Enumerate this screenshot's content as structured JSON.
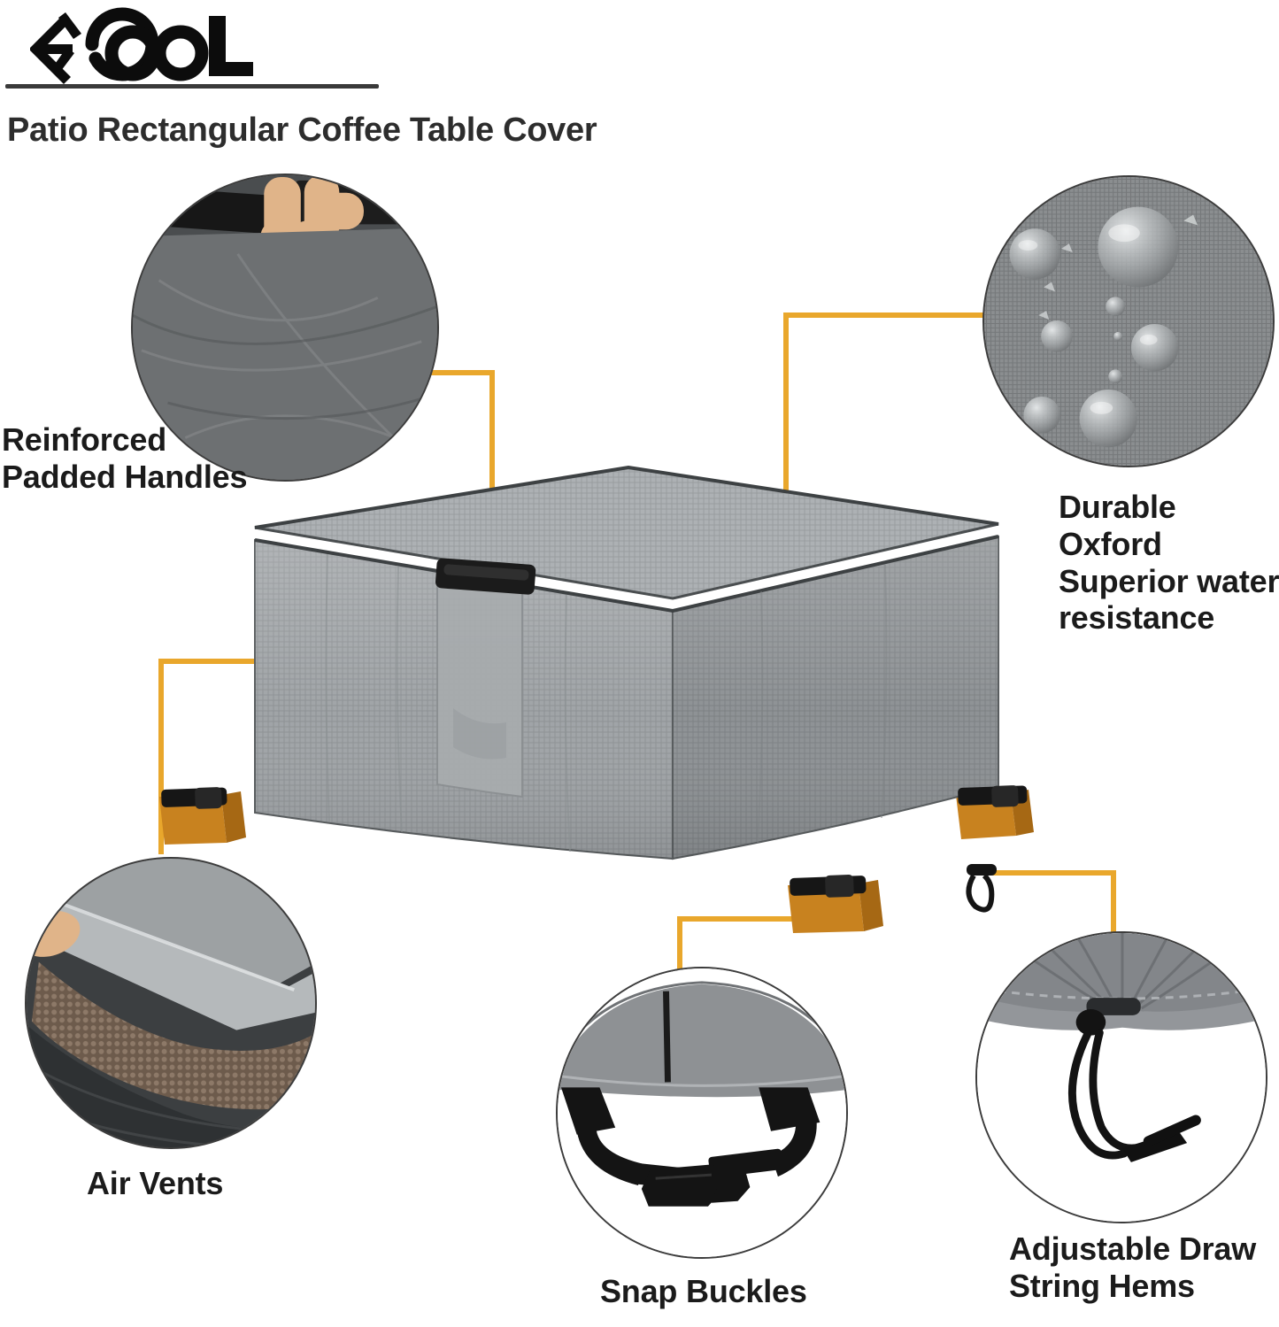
{
  "brand": {
    "name": "CooL",
    "logo_icon": "ok-hand-icon"
  },
  "header": {
    "title": "Patio Rectangular Coffee Table Cover"
  },
  "accent_colors": {
    "leader_line": "#E9A72C",
    "text": "#1b1b1b",
    "rule": "#3a3a3a",
    "fabric_gray": "#9b9fa2",
    "fabric_gray_dark": "#7c8083",
    "fabric_gray_light": "#b4b8ba",
    "strap_black": "#1d1d1d",
    "wood_leg": "#c8821f",
    "mesh_brown": "#7a6453",
    "skin": "#e8bb92"
  },
  "callouts": [
    {
      "id": "reinforced-padded-handles",
      "lines": [
        "Reinforced",
        "Padded Handles"
      ],
      "inset_icon": "hand-gripping-handle-photo"
    },
    {
      "id": "durable-oxford-water-resistance",
      "lines": [
        "Durable Oxford",
        "Superior water",
        "resistance"
      ],
      "inset_icon": "water-droplets-on-fabric-photo"
    },
    {
      "id": "air-vents",
      "lines": [
        "Air Vents"
      ],
      "inset_icon": "mesh-air-vent-photo"
    },
    {
      "id": "snap-buckles",
      "lines": [
        "Snap Buckles"
      ],
      "inset_icon": "snap-buckle-strap-photo"
    },
    {
      "id": "adjustable-draw-string-hems",
      "lines": [
        "Adjustable Draw",
        "String Hems"
      ],
      "inset_icon": "drawstring-toggle-photo"
    }
  ],
  "product": {
    "name": "patio-rectangular-coffee-table-cover",
    "features_shown": [
      "padded-handle",
      "wood-table-legs",
      "snap-buckle",
      "drawstring-toggle"
    ]
  }
}
